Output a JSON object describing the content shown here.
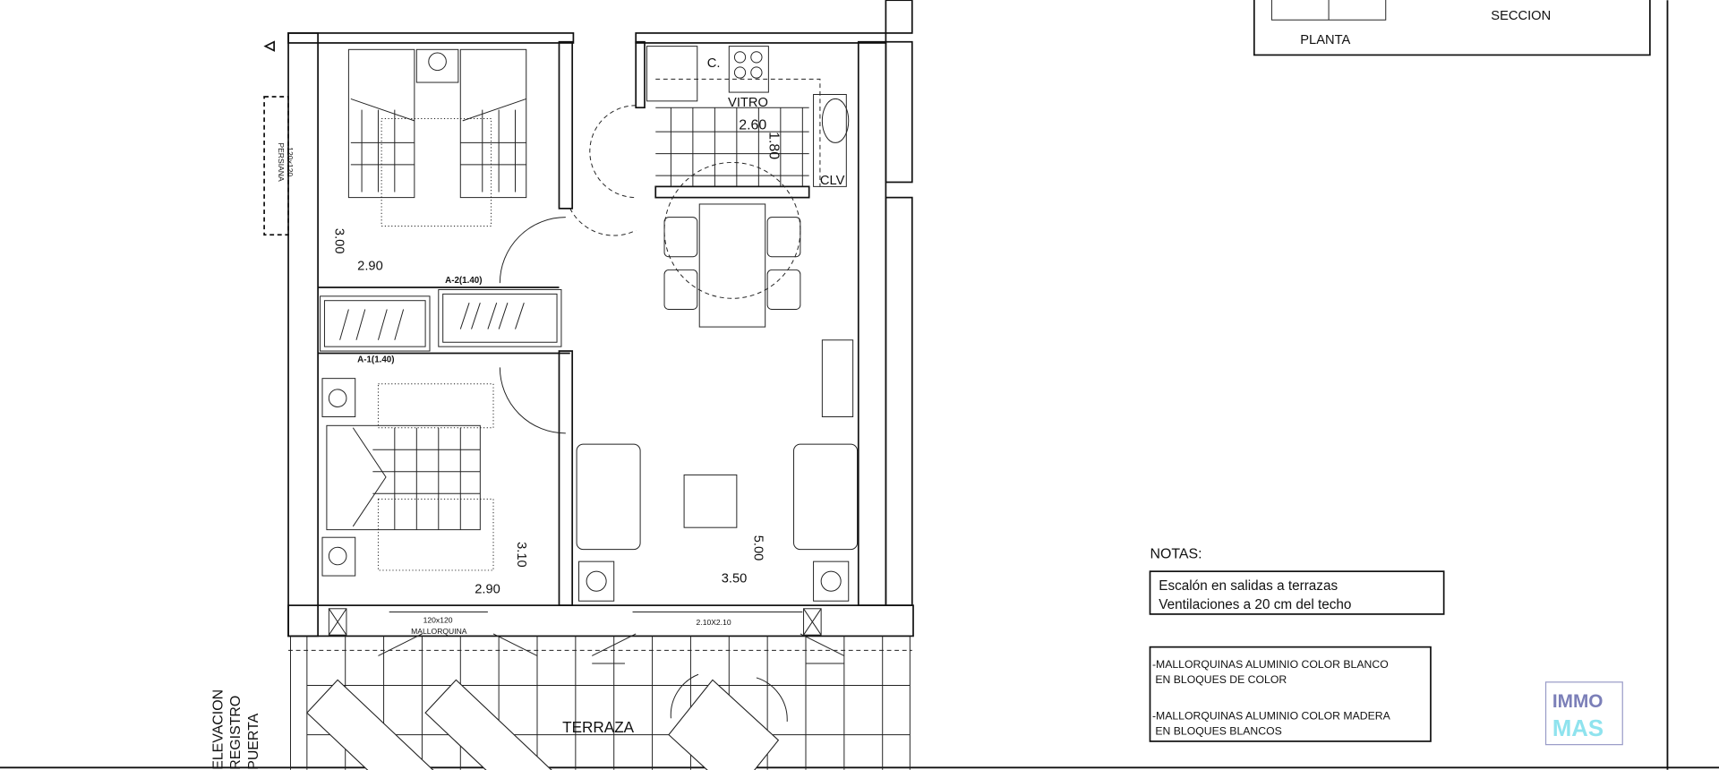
{
  "legend_box": {
    "planta": "PLANTA",
    "seccion": "SECCION"
  },
  "rooms": {
    "kitchen": {
      "c_label": "C.",
      "vitro": "VITRO",
      "width": "2.60",
      "depth": "1.80",
      "clv": "CLV"
    },
    "bedroom1": {
      "depth": "3.00",
      "width": "2.90",
      "window": "120x120",
      "window_type": "PERSIANA"
    },
    "closets": {
      "a2": "A-2(1.40)",
      "a1": "A-1(1.40)"
    },
    "bedroom2": {
      "depth": "3.10",
      "width": "2.90",
      "window": "120x120",
      "window_type": "MALLORQUINA"
    },
    "living": {
      "depth": "5.00",
      "width": "3.50",
      "door": "2.10X2.10"
    },
    "terrace": {
      "label": "TERRAZA"
    }
  },
  "side_label": {
    "line1": "ELEVACION",
    "line2": "REGISTRO",
    "line3": "PUERTA"
  },
  "notes": {
    "title": "NOTAS:",
    "box1": [
      "Escalón en salidas a terrazas",
      "Ventilaciones a 20 cm del techo"
    ],
    "box2": [
      "-MALLORQUINAS ALUMINIO COLOR BLANCO",
      " EN BLOQUES DE COLOR",
      "-MALLORQUINAS ALUMINIO COLOR MADERA",
      " EN BLOQUES BLANCOS"
    ]
  },
  "logo": {
    "line1": "IMMO",
    "line2": "MAS",
    "color1": "#7b7fb8",
    "color2": "#8fe3ee"
  }
}
